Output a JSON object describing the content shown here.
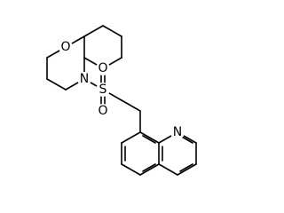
{
  "molecule": {
    "atoms": {
      "ring_oxygen": "O",
      "ring_nitrogen": "N",
      "sulfur": "S",
      "sulfonyl_oxygen_top": "O",
      "sulfonyl_oxygen_bottom": "O",
      "quinoline_nitrogen": "N"
    }
  }
}
